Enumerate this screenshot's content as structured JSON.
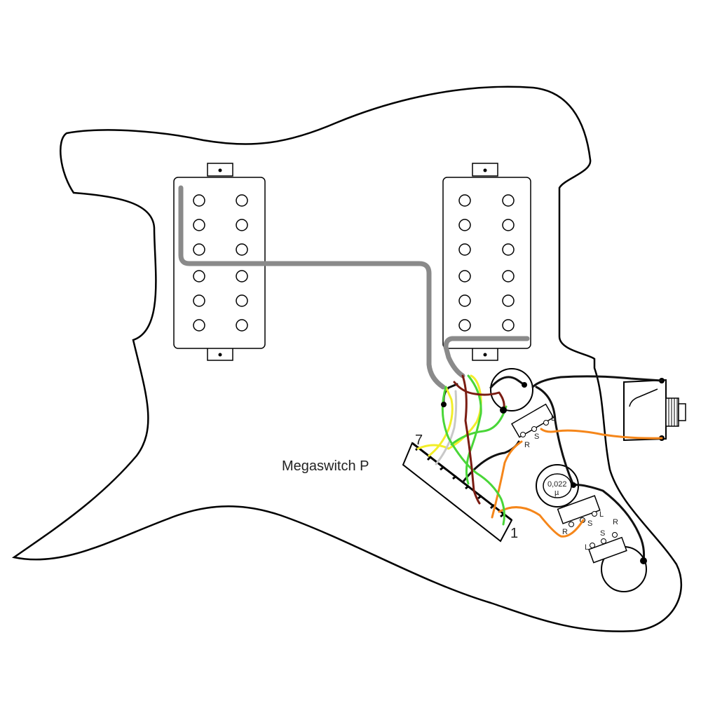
{
  "switch": {
    "label": "Megaswitch P",
    "pin_top": "7",
    "pin_bottom": "1"
  },
  "capacitor": {
    "value": "0,022",
    "unit": "µ"
  },
  "lugs": {
    "volume": [
      "R",
      "S",
      "L"
    ],
    "tone1": [
      "R",
      "S",
      "L"
    ],
    "tone2": [
      "L",
      "S",
      "R"
    ]
  },
  "wire_colors": {
    "gray": "#8a8a8a",
    "light_gray": "#c8c8c8",
    "black": "#111111",
    "yellow": "#f2ee2a",
    "green": "#49d638",
    "brown": "#7a1c12",
    "orange": "#f5861a"
  }
}
